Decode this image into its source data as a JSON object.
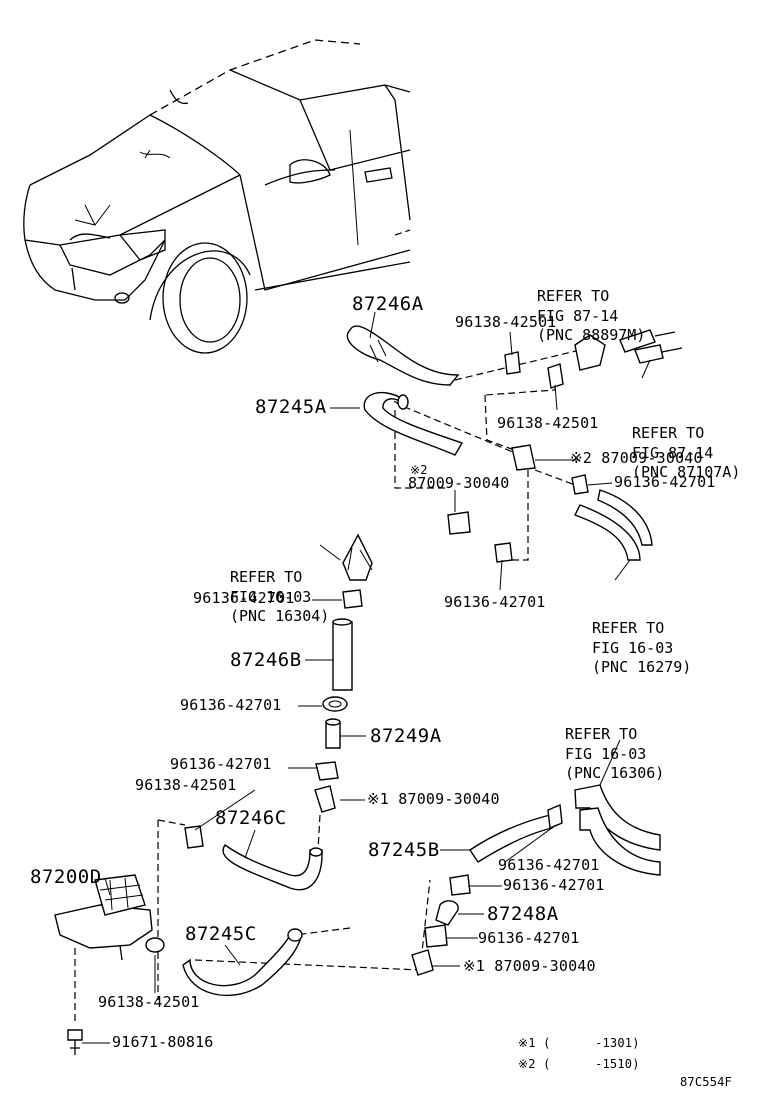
{
  "labels": {
    "p87246A": "87246A",
    "p87245A": "87245A",
    "p87246B": "87246B",
    "p87249A": "87249A",
    "p87246C": "87246C",
    "p87245B": "87245B",
    "p87200D": "87200D",
    "p87248A": "87248A",
    "p87245C": "87245C",
    "c1_9613842501": "96138-42501",
    "c2_9613842501": "96138-42501",
    "c3_9613842501": "96138-42501",
    "c4_9613842501": "96138-42501",
    "s1_8700930040": "※2 87009-30040",
    "s2_mark": "※2",
    "s2_8700930040": "87009-30040",
    "c1_9613642701": "96136-42701",
    "c2_9613642701": "96136-42701",
    "c3_9613642701": "96136-42701",
    "c4_9613642701": "96136-42701",
    "c5_9613642701": "96136-42701",
    "c6_9613642701": "96136-42701",
    "c7_9613642701": "96136-42701",
    "c8_9613642701": "96136-42701",
    "s3_8700930040": "※1 87009-30040",
    "s4_8700930040": "※1 87009-30040",
    "bolt_9167180816": "91671-80816"
  },
  "refs": {
    "r1": [
      "REFER TO",
      "FIG 87-14",
      "(PNC 88897M)"
    ],
    "r2": [
      "REFER TO",
      "FIG 87-14",
      "(PNC 87107A)"
    ],
    "r3": [
      "REFER TO",
      "FIG 16-03",
      "(PNC 16304)"
    ],
    "r4": [
      "REFER TO",
      "FIG 16-03",
      "(PNC 16279)"
    ],
    "r5": [
      "REFER TO",
      "FIG 16-03",
      "(PNC 16306)"
    ]
  },
  "footnotes": {
    "n1": "※1 (      -1301)",
    "n2": "※2 (      -1510)"
  },
  "figure_code": "87C554F"
}
